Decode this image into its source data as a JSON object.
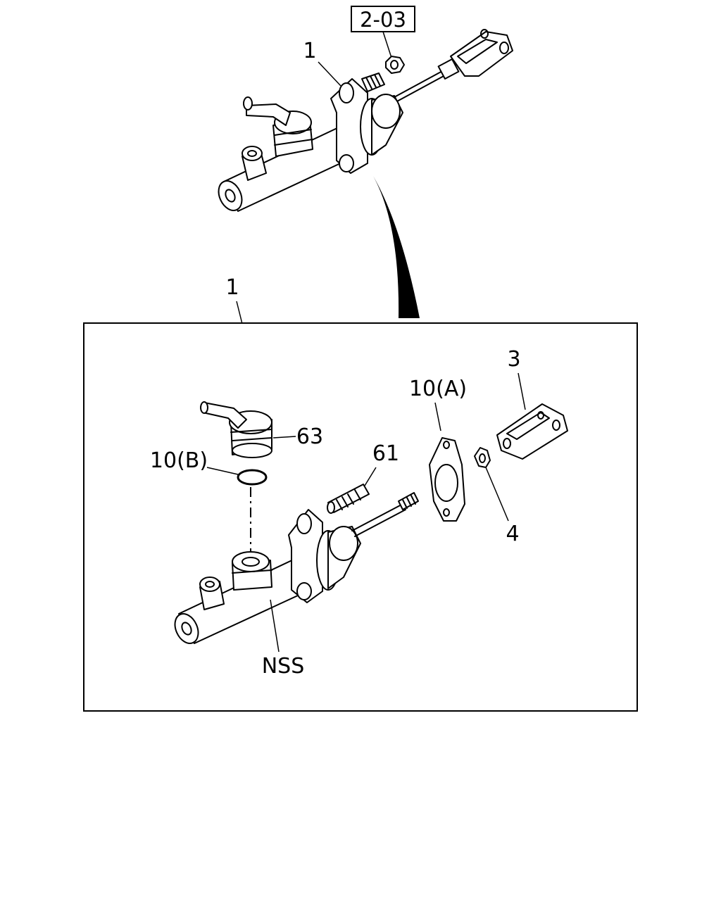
{
  "ref_box": {
    "label": "2-03"
  },
  "top_assembly": {
    "callout": "1"
  },
  "detail_box": {
    "callout": "1",
    "callouts": {
      "part_3": "3",
      "part_10a": "10(A)",
      "part_63": "63",
      "part_10b": "10(B)",
      "part_61": "61",
      "part_4": "4",
      "part_nss": "NSS"
    }
  },
  "colors": {
    "ink": "#000000",
    "paper": "#ffffff"
  }
}
